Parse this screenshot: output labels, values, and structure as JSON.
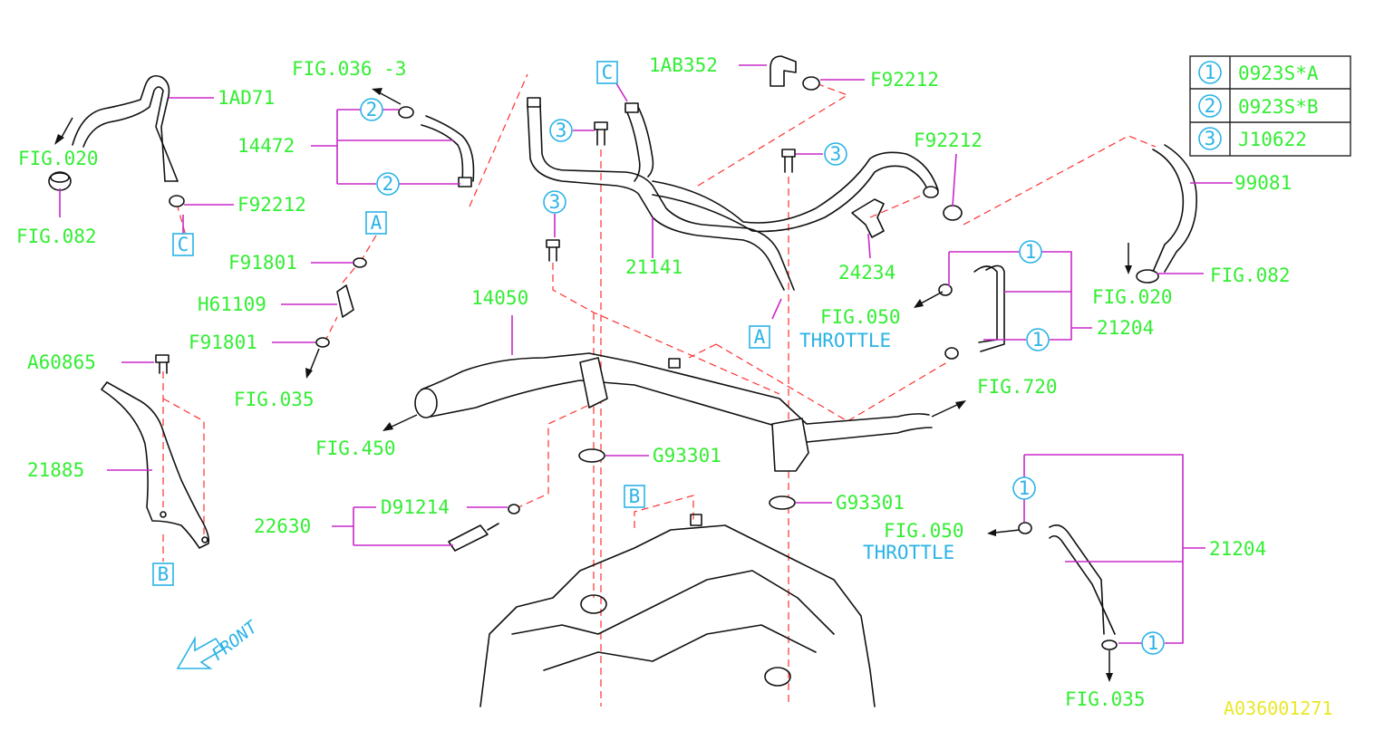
{
  "legend": [
    {
      "num": "1",
      "code": "0923S*A"
    },
    {
      "num": "2",
      "code": "0923S*B"
    },
    {
      "num": "3",
      "code": "J10622"
    }
  ],
  "labels": {
    "fig036_3": "FIG.036 -3",
    "p1AD71": "1AD71",
    "fig020_left": "FIG.020",
    "p14472": "14472",
    "fig082_left": "FIG.082",
    "f92212_left": "F92212",
    "c_left": "C",
    "a_top": "A",
    "f91801_top": "F91801",
    "h61109": "H61109",
    "f91801_bottom": "F91801",
    "fig035_left": "FIG.035",
    "a60865": "A60865",
    "p21885": "21885",
    "b_left": "B",
    "c_top": "C",
    "p1AB352": "1AB352",
    "f92212_top": "F92212",
    "p21141": "21141",
    "f92212_mid": "F92212",
    "p24234": "24234",
    "a_mid": "A",
    "p14050": "14050",
    "fig050_a": "FIG.050",
    "throttle_a": "THROTTLE",
    "p21204_a": "21204",
    "p99081": "99081",
    "fig020_right": "FIG.020",
    "fig082_right": "FIG.082",
    "fig720": "FIG.720",
    "fig450": "FIG.450",
    "g93301_a": "G93301",
    "g93301_b": "G93301",
    "d91214": "D91214",
    "p22630": "22630",
    "b_mid": "B",
    "fig050_b": "FIG.050",
    "throttle_b": "THROTTLE",
    "p21204_b": "21204",
    "fig035_right": "FIG.035",
    "front": "FRONT",
    "code": "A036001271"
  },
  "callouts": {
    "c2a": "2",
    "c2b": "2",
    "c3a": "3",
    "c3b": "3",
    "c3c": "3",
    "c1a": "1",
    "c1b": "1",
    "c1c": "1",
    "c1d": "1"
  },
  "colors": {
    "label_green": "#33ee33",
    "reference_blue": "#2ab3e6",
    "leader_magenta": "#c828c8",
    "dashed_red": "#ff3030",
    "code_yellow": "#e8e82a"
  }
}
